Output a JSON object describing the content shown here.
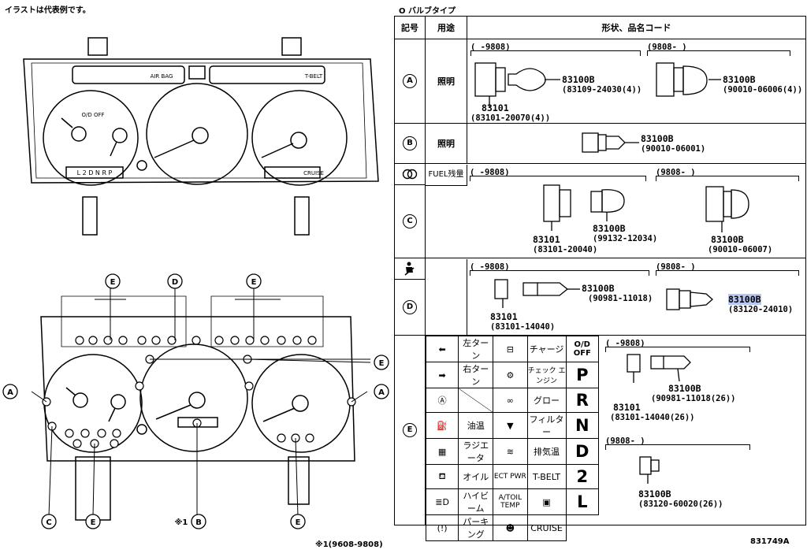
{
  "header_note": "イラストは代表例です。",
  "legend": "O バルブタイプ",
  "footnote": "※1(9608-9808)",
  "part_code": "831749A",
  "table": {
    "col_symbol": "記号",
    "col_use": "用途",
    "col_shape": "形状、品名コード"
  },
  "diagram_labels": {
    "A_left": "A",
    "A_right": "A",
    "B_bottom": "B",
    "B_note": "※1",
    "C_bottom": "C",
    "D_top": "D",
    "E_top_left": "E",
    "E_top_right": "E",
    "E_right": "E",
    "E_bottom_left": "E",
    "E_bottom_right": "E",
    "od_off": "O/D OFF",
    "gear_strip": "L 2 D N R P",
    "cruise": "CRUISE",
    "airbag_text": "AIR BAG",
    "tbelt": "T-BELT"
  },
  "rows": [
    {
      "symbol": "A",
      "use": "照明",
      "period_left": "(    -9808)",
      "period_right": "(9808-      )",
      "parts": [
        {
          "code": "83100B",
          "sub": "(83109-24030(4))"
        },
        {
          "code": "83101",
          "sub": "(83101-20070(4))"
        },
        {
          "code": "83100B",
          "sub": "(90010-06006(4))"
        }
      ]
    },
    {
      "symbol": "B",
      "use": "照明",
      "parts": [
        {
          "code": "83100B",
          "sub": "(90010-06001)"
        }
      ]
    },
    {
      "symbol": "C",
      "icon": "fuel-double-circle-icon",
      "fuel_label": "FUEL残量",
      "period_left": "(    -9808)",
      "period_right": "(9808-      )",
      "parts": [
        {
          "code": "83100B",
          "sub": "(99132-12034)"
        },
        {
          "code": "83101",
          "sub": "(83101-20040)"
        },
        {
          "code": "83100B",
          "sub": "(90010-06007)"
        }
      ]
    },
    {
      "symbol": "D",
      "icon": "seatbelt-icon",
      "period_left": "(    -9808)",
      "period_right": "(9808-      )",
      "parts": [
        {
          "code": "83100B",
          "sub": "(90981-11018)"
        },
        {
          "code": "83101",
          "sub": "(83101-14040)"
        },
        {
          "code": "83100B",
          "sub": "(83120-24010)"
        }
      ]
    },
    {
      "symbol": "E",
      "period_left": "(    -9808)",
      "period_right": "(9808-      )",
      "indicators": [
        [
          "左ターン",
          "チャージ",
          "O/D OFF"
        ],
        [
          "右ターン",
          "チェック エンジン",
          "P"
        ],
        [
          "",
          "グロー",
          "R"
        ],
        [
          "油温",
          "フィルター",
          "N"
        ],
        [
          "ラジエータ",
          "排気温",
          "D"
        ],
        [
          "オイル",
          "ECT PWR",
          "T-BELT",
          "2"
        ],
        [
          "ハイビーム",
          "A/TOIL TEMP",
          "",
          "L"
        ],
        [
          "パーキング",
          "",
          "CRUISE"
        ]
      ],
      "parts": [
        {
          "code": "83100B",
          "sub": "(90981-11018(26))"
        },
        {
          "code": "83101",
          "sub": "(83101-14040(26))"
        },
        {
          "code": "83100B",
          "sub": "(83120-60020(26))"
        }
      ]
    }
  ]
}
